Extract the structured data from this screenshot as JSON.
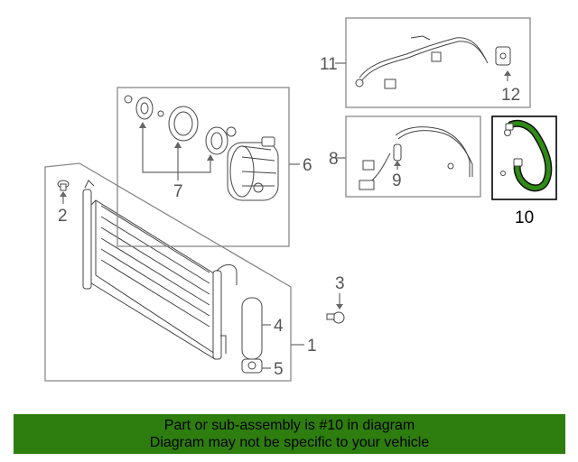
{
  "callouts": {
    "n1": "1",
    "n2": "2",
    "n3": "3",
    "n4": "4",
    "n5": "5",
    "n6": "6",
    "n7": "7",
    "n8": "8",
    "n9": "9",
    "n10": "10",
    "n11": "11",
    "n12": "12"
  },
  "highlight": {
    "part_number": "10",
    "color": "#2e7d0f",
    "hose_color": "#2f8a16"
  },
  "banner": {
    "line1": "Part or sub-assembly is #10 in diagram",
    "line2": "Diagram may not be specific to your vehicle"
  }
}
